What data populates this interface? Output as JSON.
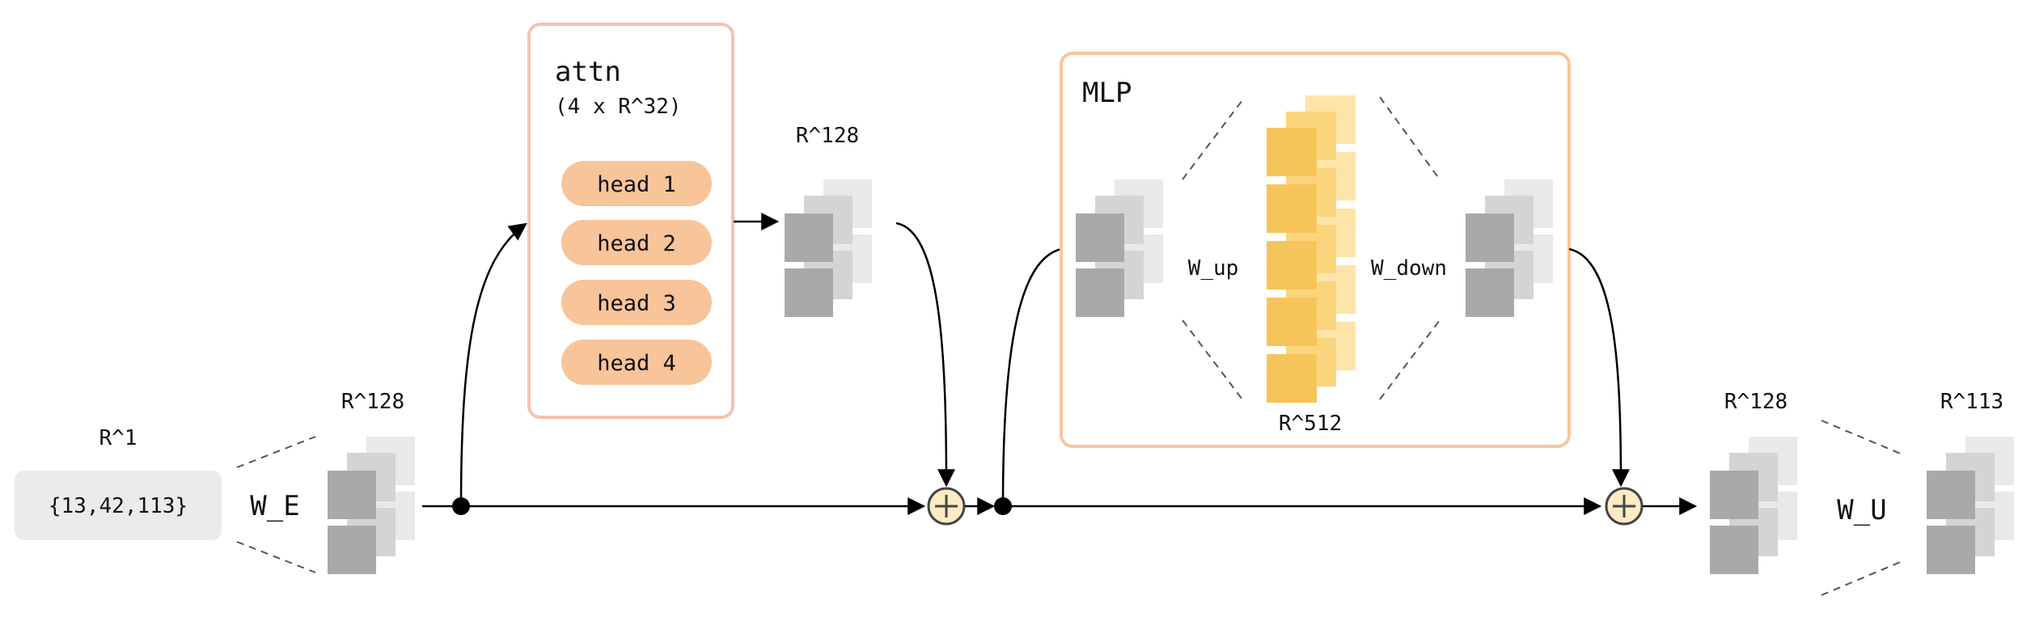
{
  "diagram": {
    "input_set": "{13,42,113}",
    "input_dim": "R^1",
    "embed_weight": "W_E",
    "embed_dim": "R^128",
    "attn": {
      "title": "attn",
      "subtitle": "(4 x R^32)",
      "heads": [
        "head 1",
        "head 2",
        "head 3",
        "head 4"
      ],
      "out_dim": "R^128"
    },
    "mlp": {
      "title": "MLP",
      "w_up": "W_up",
      "w_down": "W_down",
      "hidden_dim": "R^512"
    },
    "final_dim": "R^128",
    "unembed_weight": "W_U",
    "output_dim": "R^113"
  },
  "colors": {
    "attn_border": "#f3c2b4",
    "head_fill": "#f8c49a",
    "mlp_border": "#f6c79d",
    "hidden_front": "#f6c55a",
    "hidden_back": "#fbdc8f",
    "block_front": "#a9a9a9",
    "block_mid": "#d4d4d4",
    "block_back": "#e9e9e9",
    "input_box": "#ebebeb",
    "plus_fill": "#fdebc4"
  }
}
